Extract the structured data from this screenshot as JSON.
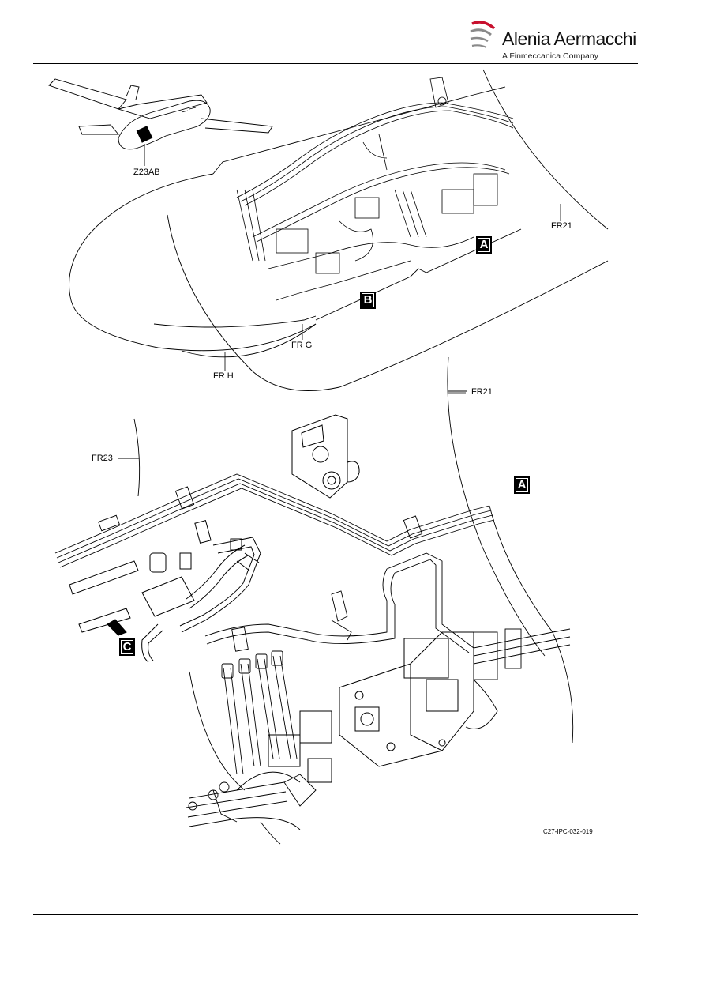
{
  "header": {
    "company": "Alenia Aermacchi",
    "subtitle": "A Finmeccanica Company",
    "logo_color": "#c8102e"
  },
  "figure": {
    "zone_label": "Z23AB",
    "frame_labels": {
      "fr21_top": "FR21",
      "frg": "FR G",
      "frh": "FR H",
      "fr21_mid": "FR21",
      "fr23": "FR23"
    },
    "callouts": {
      "a_top": "A",
      "b": "B",
      "a_detail": "A",
      "c": "C"
    },
    "figure_ref": "C27-IPC-032-019"
  }
}
